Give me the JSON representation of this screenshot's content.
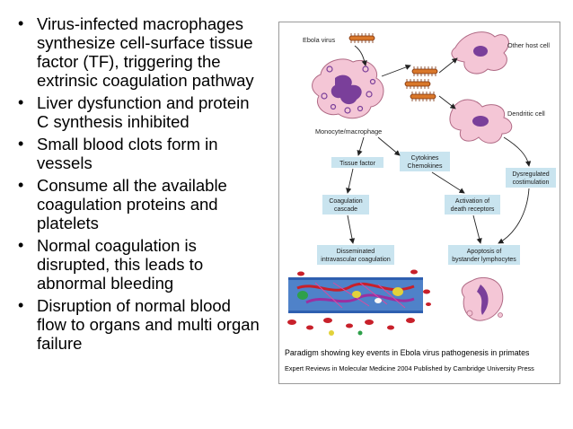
{
  "bullets": [
    "Virus-infected macrophages\nsynthesize cell-surface tissue\nfactor (TF), triggering the\nextrinsic coagulation pathway",
    "Liver  dysfunction and protein\nC synthesis inhibited",
    "Small blood clots form in\nvessels",
    "Consume all the available\ncoagulation proteins and\nplatelets",
    "Normal coagulation is\ndisrupted, this leads to\nabnormal bleeding",
    "Disruption of normal blood\nflow to organs and multi organ\nfailure"
  ],
  "figure": {
    "labels": {
      "ebola_virus": "Ebola virus",
      "other_host_cell": "Other host cell",
      "monocyte": "Monocyte/macrophage",
      "dendritic": "Dendritic cell"
    },
    "boxes": {
      "tissue_factor": "Tissue factor",
      "cytokines_1": "Cytokines",
      "cytokines_2": "Chemokines",
      "dysreg_1": "Dysregulated",
      "dysreg_2": "costimulation",
      "coag_1": "Coagulation",
      "coag_2": "cascade",
      "activation_1": "Activation of",
      "activation_2": "death receptors",
      "dic_1": "Disseminated",
      "dic_2": "intravascular coagulation",
      "apoptosis_1": "Apoptosis of",
      "apoptosis_2": "bystander lymphocytes"
    },
    "caption": "Paradigm showing key events in Ebola virus pathogenesis in primates",
    "credit": "Expert Reviews in Molecular Medicine 2004 Published by Cambridge University Press",
    "colors": {
      "box_fill": "#c9e4ef",
      "cell_pink": "#f4c6d6",
      "nucleus": "#7a3f9a",
      "virus": "#d9772a",
      "vessel": "#2e5fb0",
      "blood_red": "#c8202a"
    }
  }
}
